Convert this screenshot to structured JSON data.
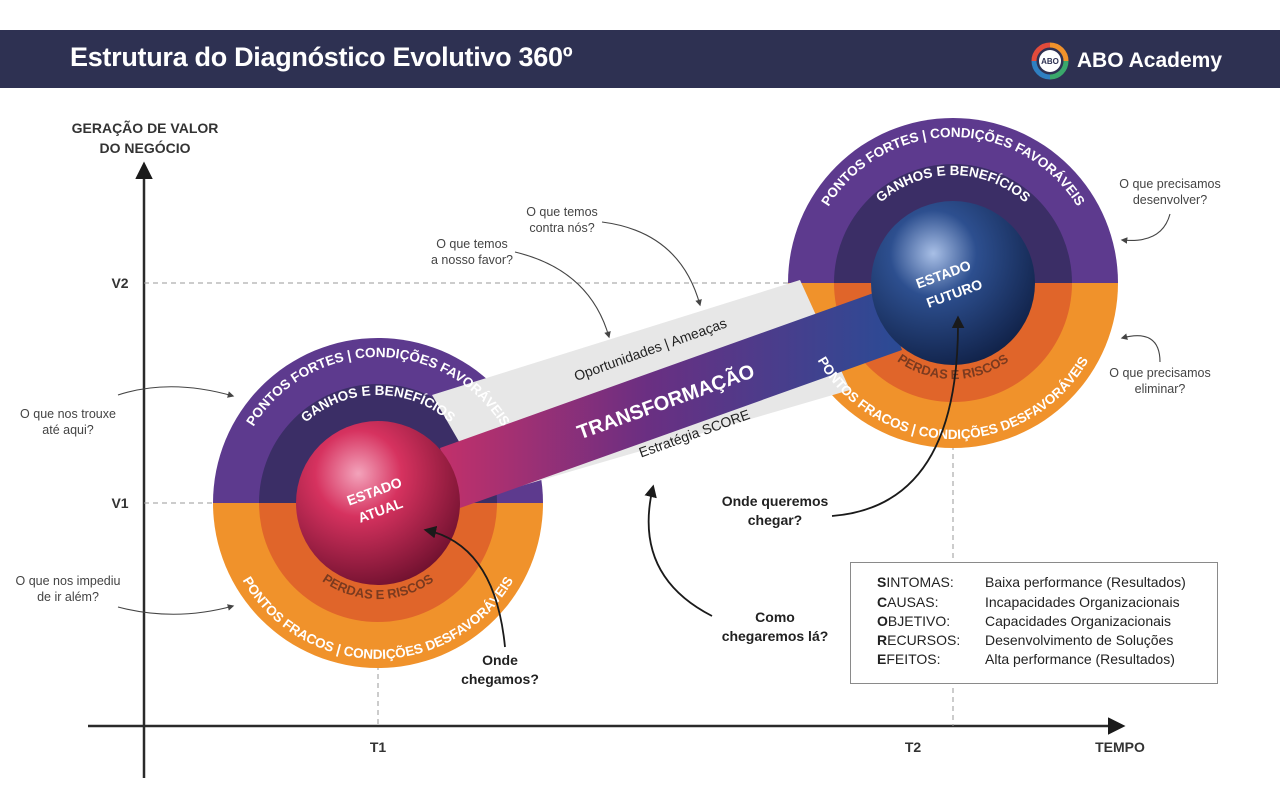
{
  "header": {
    "title": "Estrutura do Diagnóstico Evolutivo 360º",
    "brand_name": "ABO Academy",
    "logo_text": "ABO"
  },
  "axes": {
    "y_title_line1": "GERAÇÃO DE VALOR",
    "y_title_line2": "DO NEGÓCIO",
    "x_title": "TEMPO",
    "v1": "V1",
    "v2": "V2",
    "t1": "T1",
    "t2": "T2"
  },
  "current_state": {
    "sphere_line1": "ESTADO",
    "sphere_line2": "ATUAL",
    "outer_top": "PONTOS FORTES | CONDIÇÕES FAVORÁVEIS",
    "inner_top": "GANHOS E BENEFÍCIOS",
    "inner_bottom": "PERDAS E RISCOS",
    "outer_bottom": "PONTOS FRACOS | CONDIÇÕES DESFAVORÁVEIS"
  },
  "future_state": {
    "sphere_line1": "ESTADO",
    "sphere_line2": "FUTURO",
    "outer_top": "PONTOS FORTES | CONDIÇÕES FAVORÁVEIS",
    "inner_top": "GANHOS E BENEFÍCIOS",
    "inner_bottom": "PERDAS E RISCOS",
    "outer_bottom": "PONTOS FRACOS | CONDIÇÕES DESFAVORÁVEIS"
  },
  "band": {
    "top_label": "Oportunidades | Ameaças",
    "center_label": "TRANSFORMAÇÃO",
    "bottom_label": "Estratégia SCORE"
  },
  "questions": {
    "q_brought_1": "O que nos trouxe",
    "q_brought_2": "até aqui?",
    "q_impeded_1": "O que nos impediu",
    "q_impeded_2": "de ir além?",
    "q_favor_1": "O que temos",
    "q_favor_2": "a nosso favor?",
    "q_against_1": "O que temos",
    "q_against_2": "contra nós?",
    "q_develop_1": "O que precisamos",
    "q_develop_2": "desenvolver?",
    "q_eliminate_1": "O que precisamos",
    "q_eliminate_2": "eliminar?",
    "q_where_1": "Onde",
    "q_where_2": "chegamos?",
    "q_how_1": "Como",
    "q_how_2": "chegaremos lá?",
    "q_want_1": "Onde queremos",
    "q_want_2": "chegar?"
  },
  "score_table": [
    {
      "initial": "S",
      "rest": "INTOMAS:",
      "value": "Baixa performance (Resultados)"
    },
    {
      "initial": "C",
      "rest": "AUSAS:",
      "value": "Incapacidades Organizacionais"
    },
    {
      "initial": "O",
      "rest": "BJETIVO:",
      "value": "Capacidades Organizacionais"
    },
    {
      "initial": "R",
      "rest": "ECURSOS:",
      "value": "Desenvolvimento de Soluções"
    },
    {
      "initial": "E",
      "rest": "FEITOS:",
      "value": "Alta performance (Resultados)"
    }
  ],
  "colors": {
    "header_bg": "#2e3152",
    "purple_outer": "#5d3a8e",
    "purple_inner": "#3b2e66",
    "orange_outer": "#f0922b",
    "orange_inner": "#e0652a",
    "sphere_red": "#d6325f",
    "sphere_blue": "#2d4f8f"
  }
}
